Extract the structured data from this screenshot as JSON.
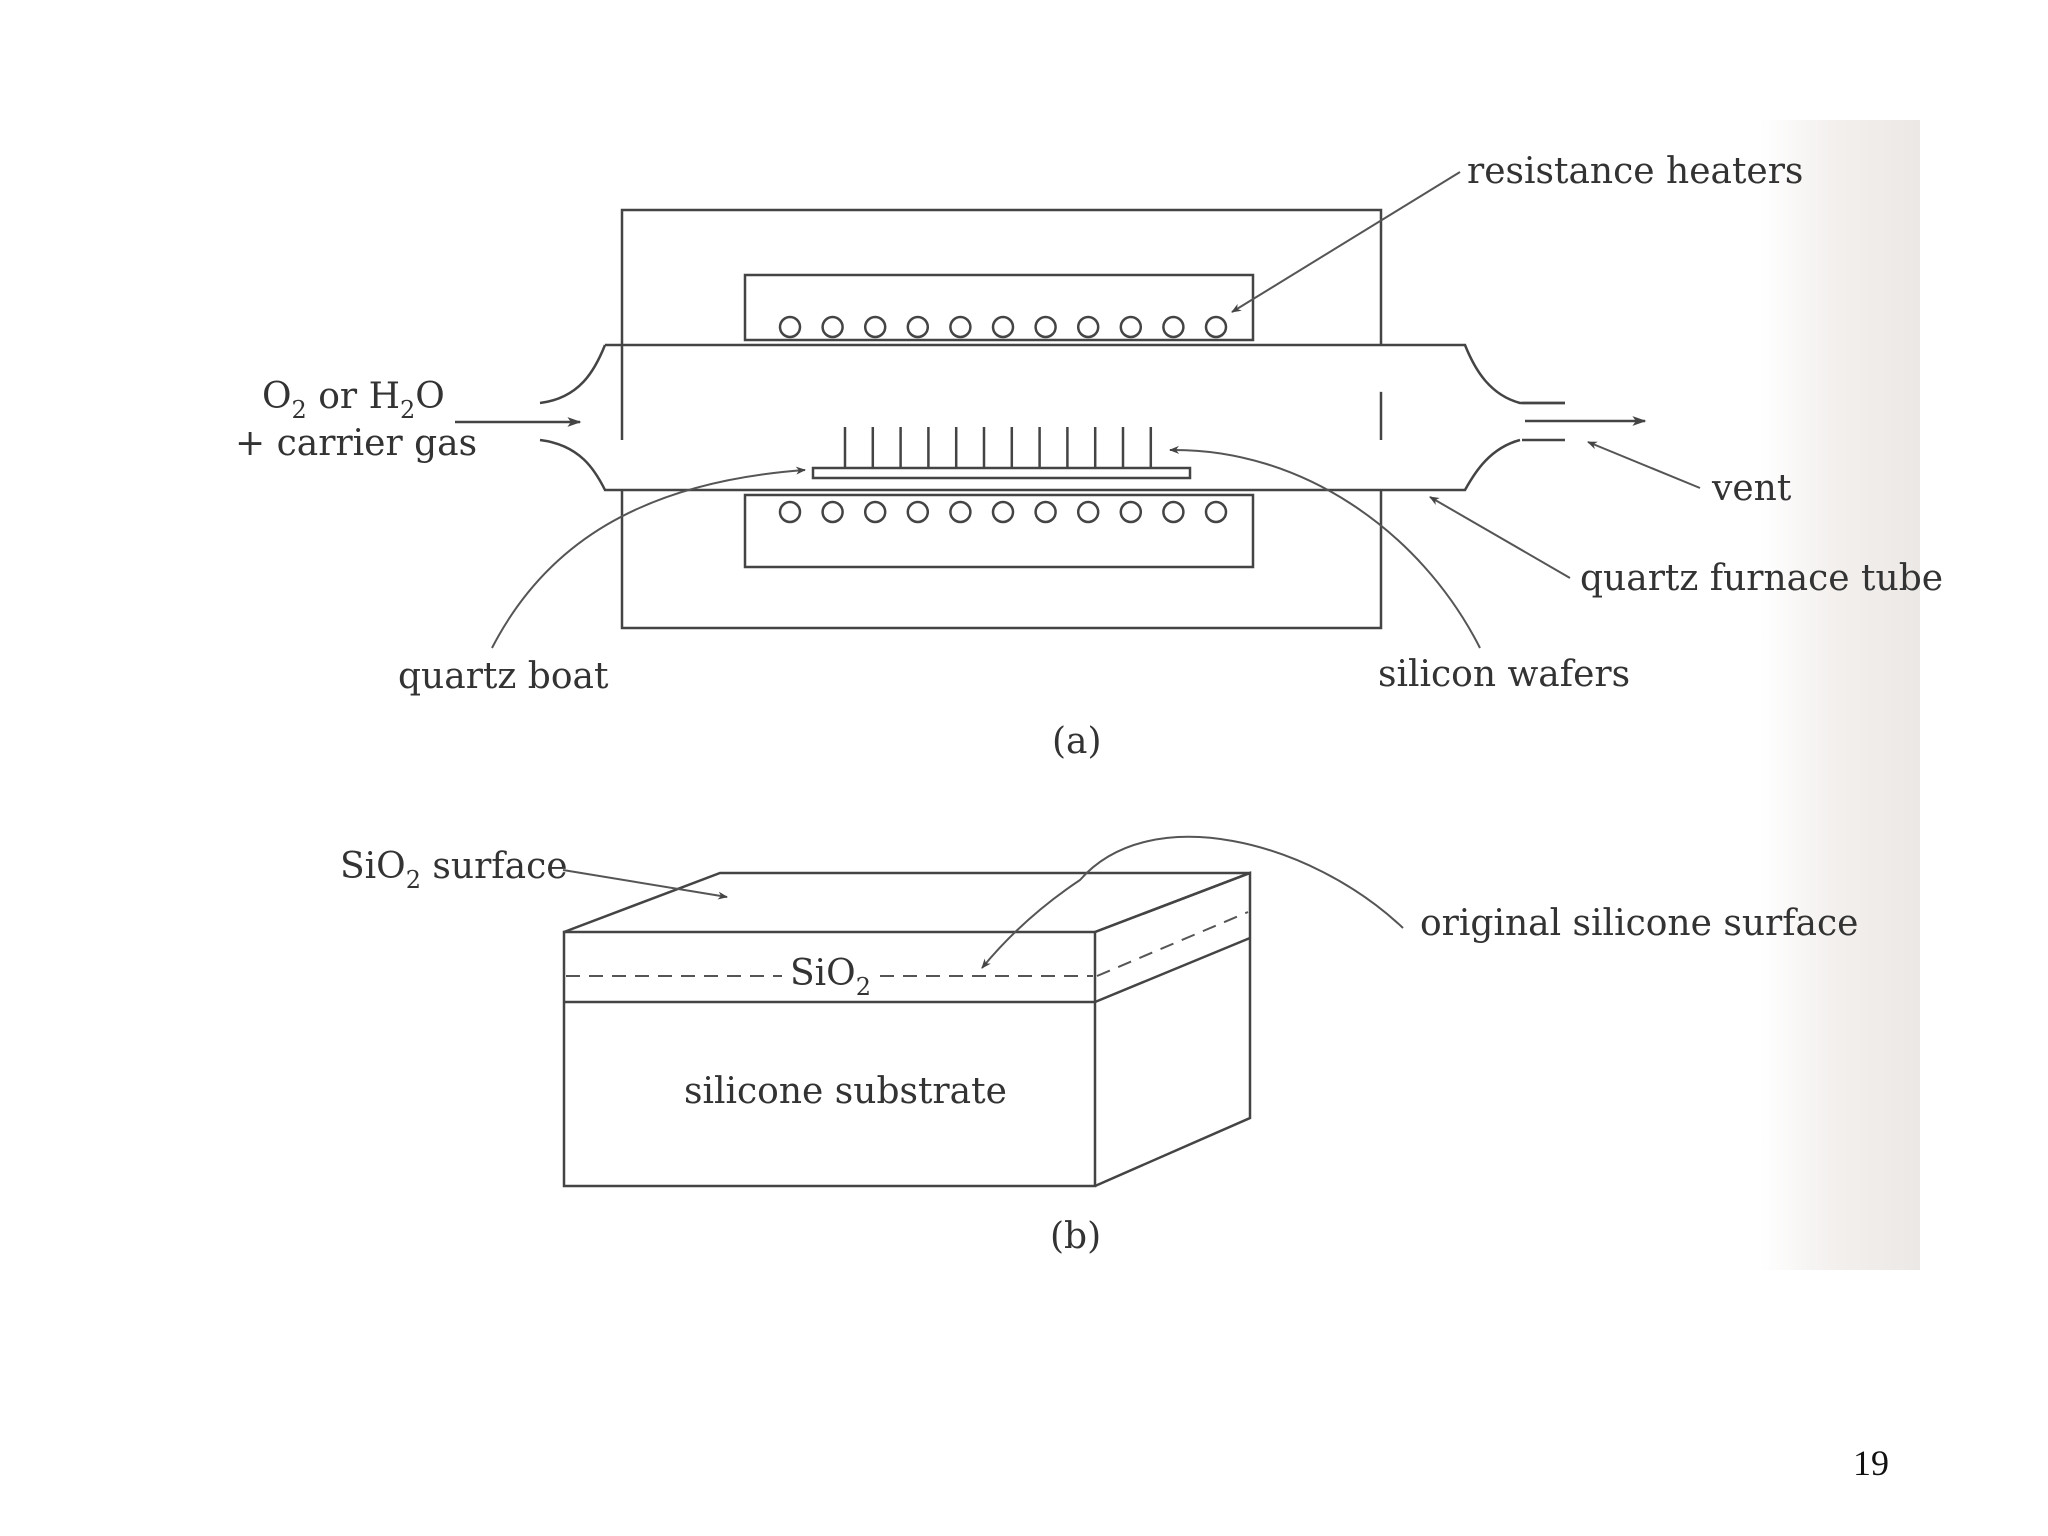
{
  "page_number": "19",
  "panel_a": {
    "caption": "(a)",
    "label_input_line1_parts": [
      "O",
      "2",
      " or H",
      "2",
      "O"
    ],
    "label_input_line2": "+ carrier gas",
    "label_heaters": "resistance heaters",
    "label_vent": "vent",
    "label_tube": "quartz furnace tube",
    "label_boat": "quartz boat",
    "label_wafers": "silicon wafers"
  },
  "panel_b": {
    "caption": "(b)",
    "label_surface_parts": [
      "SiO",
      "2",
      " surface"
    ],
    "label_layer_parts": [
      "SiO",
      "2"
    ],
    "label_substrate": "silicone substrate",
    "label_original": "original silicone surface"
  }
}
